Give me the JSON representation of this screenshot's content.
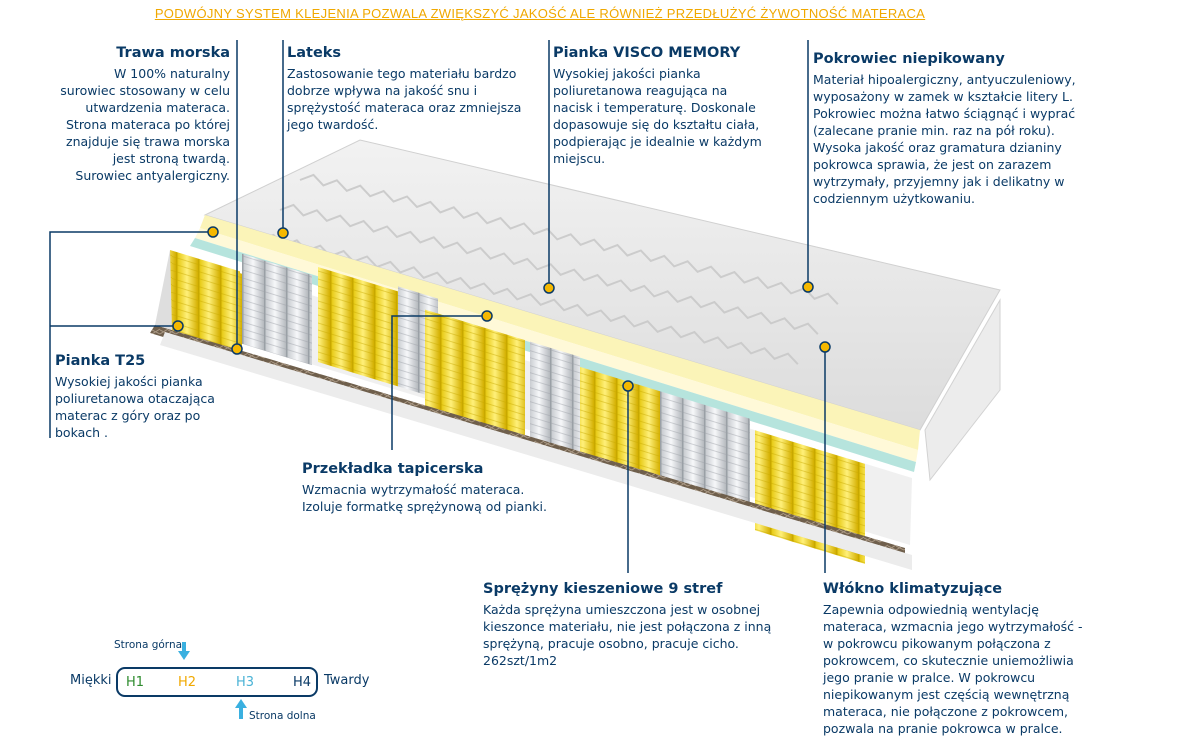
{
  "banner": "PODWÓJNY SYSTEM KLEJENIA POZWALA ZWIĘKSZYĆ JAKOŚĆ ALE RÓWNIEŻ PRZEDŁUŻYĆ ŻYWOTNOŚĆ MATERACA",
  "labels": {
    "trawa": {
      "title": "Trawa morska",
      "lines": [
        "W 100% naturalny",
        "surowiec stosowany w celu",
        "utwardzenia materaca.",
        "Strona materaca po której",
        "znajduje się trawa morska",
        "jest stroną twardą.",
        "Surowiec antyalergiczny."
      ]
    },
    "lateks": {
      "title": "Lateks",
      "lines": [
        "Zastosowanie tego materiału bardzo",
        "dobrze wpływa na jakość snu i",
        "sprężystość materaca oraz zmniejsza",
        "jego twardość."
      ]
    },
    "visco": {
      "title": "Pianka VISCO MEMORY",
      "lines": [
        "Wysokiej jakości pianka",
        "poliuretanowa reagująca na",
        "nacisk i temperaturę. Doskonale",
        "dopasowuje się do kształtu ciała,",
        "podpierając je idealnie w każdym",
        "miejscu."
      ]
    },
    "pokrowiec": {
      "title": "Pokrowiec  niepikowany",
      "lines": [
        "Materiał hipoalergiczny, antyuczuleniowy,",
        "wyposażony w zamek w kształcie litery L.",
        "Pokrowiec można łatwo ściągnąć i wyprać",
        "(zalecane pranie min.  raz na pół roku).",
        "Wysoka jakość oraz gramatura dzianiny",
        "pokrowca sprawia, że jest on zarazem",
        "wytrzymały, przyjemny jak i delikatny w",
        "codziennym użytkowaniu."
      ]
    },
    "t25": {
      "title": "Pianka T25",
      "lines": [
        "Wysokiej jakości pianka",
        "poliuretanowa otaczająca",
        "materac z góry oraz po",
        "bokach ."
      ]
    },
    "przekladka": {
      "title": "Przekładka tapicerska",
      "lines": [
        "Wzmacnia wytrzymałość materaca.",
        "Izoluje formatkę sprężynową od pianki."
      ]
    },
    "sprezyny": {
      "title": "Sprężyny kieszeniowe 9 stref",
      "lines": [
        "Każda sprężyna umieszczona jest w osobnej",
        "kieszonce materiału, nie jest połączona z inną",
        "sprężyną, pracuje osobno, pracuje cicho.",
        "262szt/1m2"
      ]
    },
    "wlokno": {
      "title": "Włókno klimatyzujące",
      "lines": [
        "Zapewnia odpowiednią wentylację",
        "materaca, wzmacnia jego wytrzymałość -",
        "w pokrowcu pikowanym połączona z",
        "pokrowcem, co skutecznie uniemożliwia",
        "jego pranie w pralce. W pokrowcu",
        "niepikowanym jest częścią wewnętrzną",
        "materaca, nie połączone z pokrowcem,",
        "pozwala na pranie pokrowca w pralce."
      ]
    }
  },
  "legend": {
    "top_side": "Strona górna",
    "bottom_side": "Strona dolna",
    "soft": "Miękki",
    "hard": "Twardy",
    "levels": [
      {
        "label": "H1",
        "color": "#2e8b2e"
      },
      {
        "label": "H2",
        "color": "#f0a800"
      },
      {
        "label": "H3",
        "color": "#4bb3d6"
      },
      {
        "label": "H4",
        "color": "#0a3a66"
      }
    ]
  },
  "colors": {
    "accent_dot": "#f5b800",
    "line": "#0a3a66",
    "banner": "#f0a800",
    "arrow": "#3ab0e0"
  }
}
